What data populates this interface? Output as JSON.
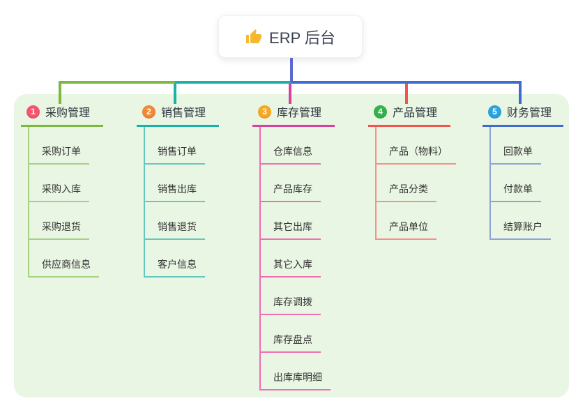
{
  "root": {
    "icon": "thumbs-up-icon",
    "label": "ERP 后台"
  },
  "colors": {
    "panel_bg": "#e9f6e3",
    "root_line": "#5c68d6",
    "branch_lines": [
      "#7db93f",
      "#18b2a6",
      "#d6409f",
      "#f2544d",
      "#3f6ad0"
    ],
    "child_lines": [
      "#a6d185",
      "#63c8bf",
      "#f06fb4",
      "#f79089",
      "#8da3da"
    ],
    "badges": [
      "#f4566e",
      "#f08a38",
      "#f9a825",
      "#34b34a",
      "#2ba3e0"
    ]
  },
  "branches": [
    {
      "num": "1",
      "label": "采购管理",
      "children": [
        "采购订单",
        "采购入库",
        "采购退货",
        "供应商信息"
      ]
    },
    {
      "num": "2",
      "label": "销售管理",
      "children": [
        "销售订单",
        "销售出库",
        "销售退货",
        "客户信息"
      ]
    },
    {
      "num": "3",
      "label": "库存管理",
      "children": [
        "仓库信息",
        "产品库存",
        "其它出库",
        "其它入库",
        "库存调拨",
        "库存盘点",
        "出库库明细"
      ]
    },
    {
      "num": "4",
      "label": "产品管理",
      "children": [
        "产品（物料）",
        "产品分类",
        "产品单位"
      ]
    },
    {
      "num": "5",
      "label": "财务管理",
      "children": [
        "回款单",
        "付款单",
        "结算账户"
      ]
    }
  ]
}
